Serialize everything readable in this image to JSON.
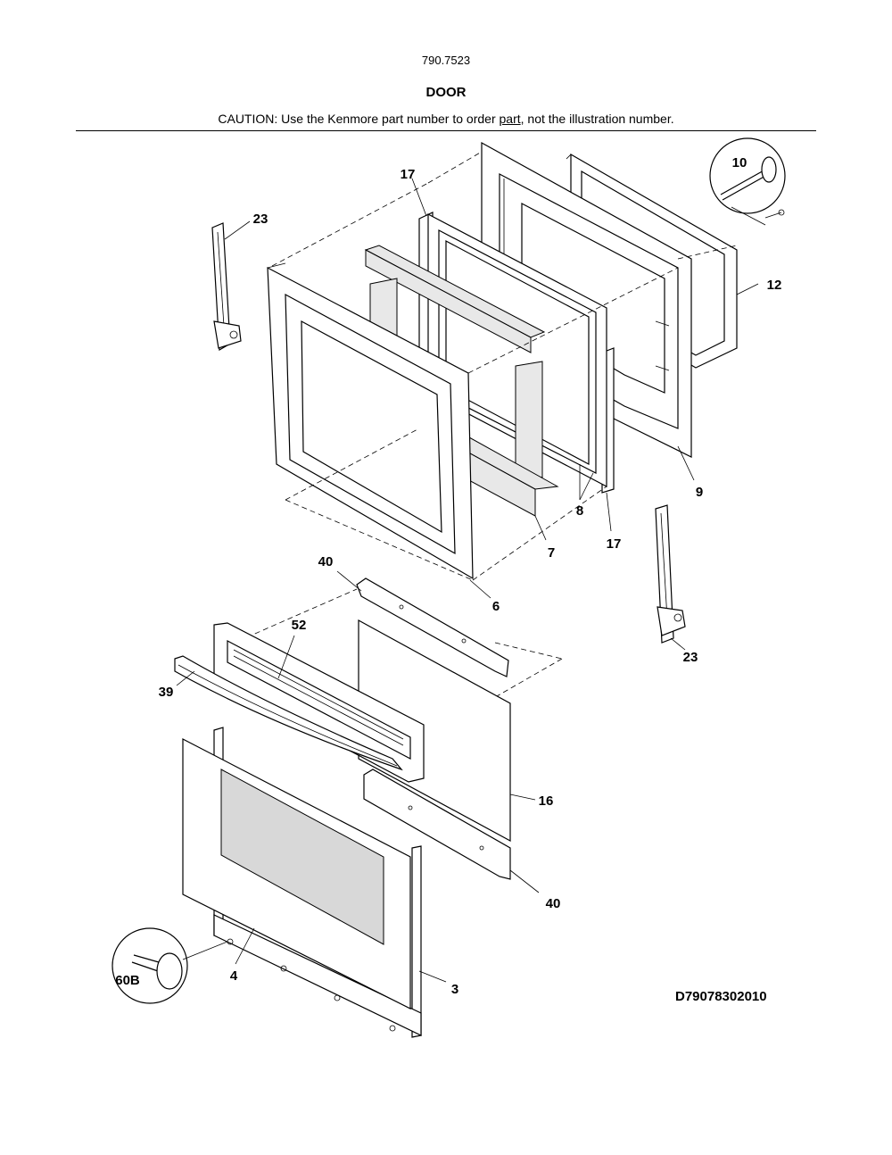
{
  "header": {
    "model_number": "790.7523",
    "title": "DOOR",
    "caution_prefix": "CAUTION: Use the Kenmore part number to order ",
    "caution_link": "part",
    "caution_suffix": ", not the illustration number."
  },
  "diagram_id": "D79078302010",
  "callouts": {
    "c3": "3",
    "c4": "4",
    "c6": "6",
    "c7": "7",
    "c8": "8",
    "c9": "9",
    "c10": "10",
    "c12": "12",
    "c16": "16",
    "c17_top": "17",
    "c17_bottom": "17",
    "c23_left": "23",
    "c23_right": "23",
    "c39": "39",
    "c40_top": "40",
    "c40_bottom": "40",
    "c52": "52",
    "c60b": "60B"
  }
}
